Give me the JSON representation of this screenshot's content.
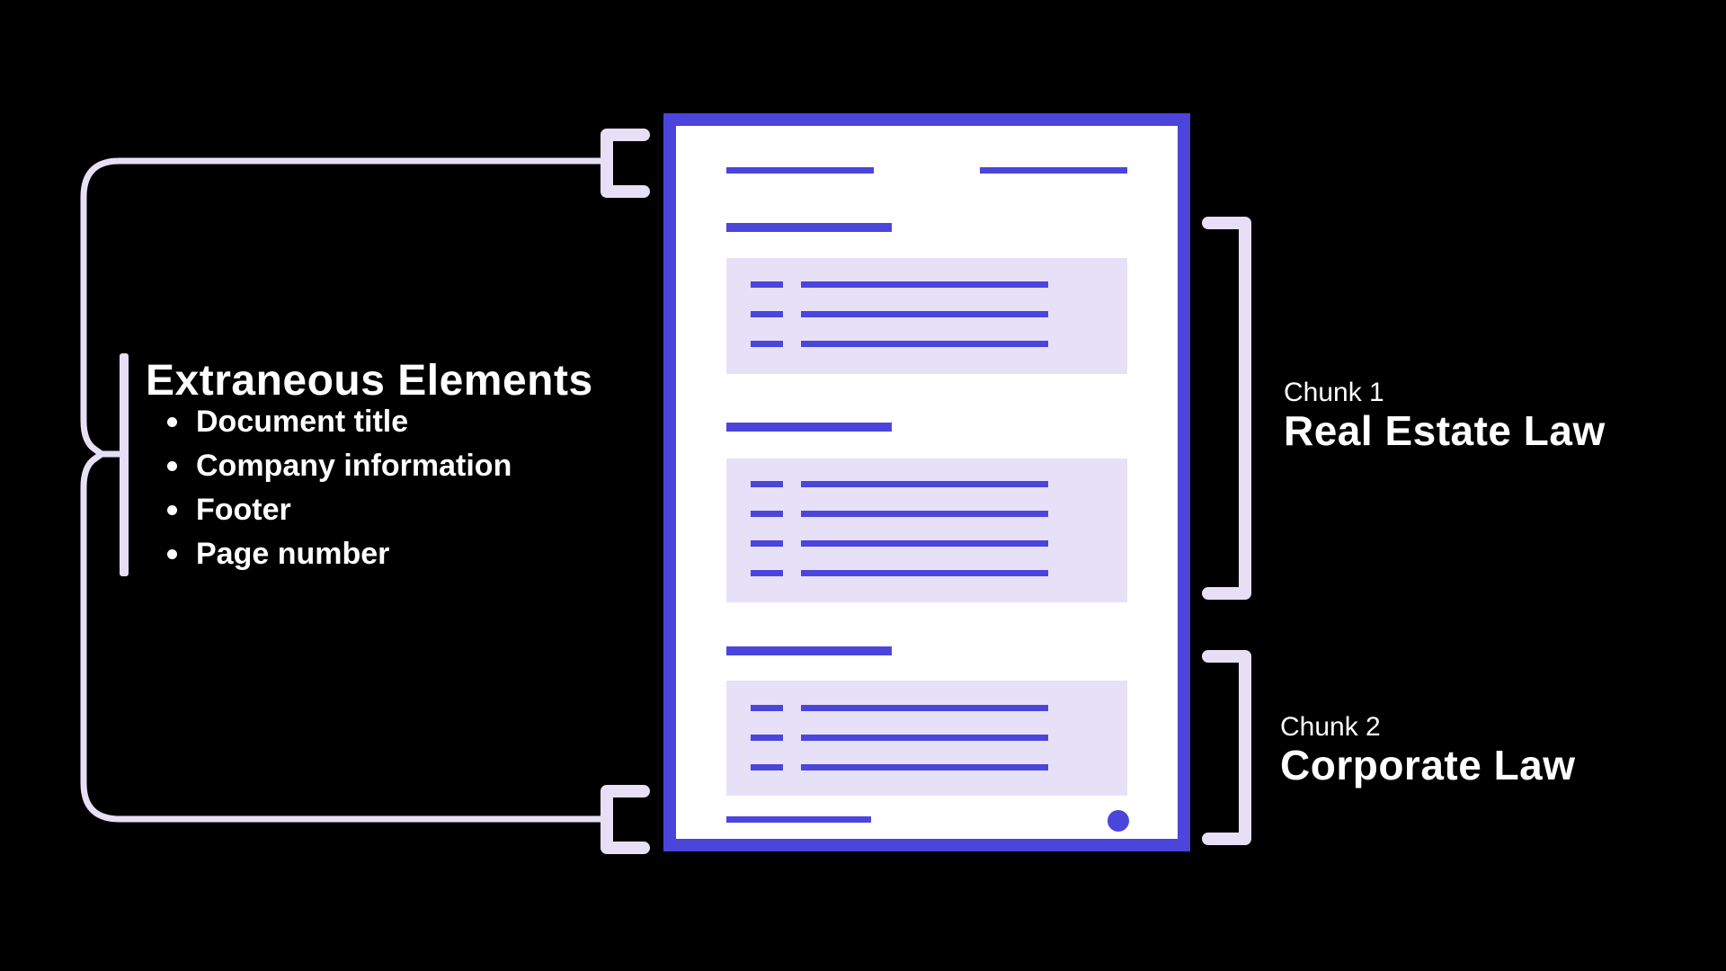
{
  "colors": {
    "background": "#000000",
    "accent_blue": "#4C45DC",
    "lavender": "#E6DFF5",
    "block_background": "#E7E1F8",
    "page_white": "#FFFFFF",
    "text_white": "#FFFFFF"
  },
  "left_panel": {
    "heading": "Extraneous Elements",
    "items": [
      "Document title",
      "Company information",
      "Footer",
      "Page number"
    ]
  },
  "document_mock": {
    "title_line_count": 2,
    "sections": [
      {
        "rows": 3
      },
      {
        "rows": 4
      },
      {
        "rows": 3
      }
    ],
    "has_footer_line": true,
    "has_page_number_dot": true
  },
  "chunks": [
    {
      "label": "Chunk 1",
      "title": "Real Estate Law"
    },
    {
      "label": "Chunk 2",
      "title": "Corporate Law"
    }
  ]
}
